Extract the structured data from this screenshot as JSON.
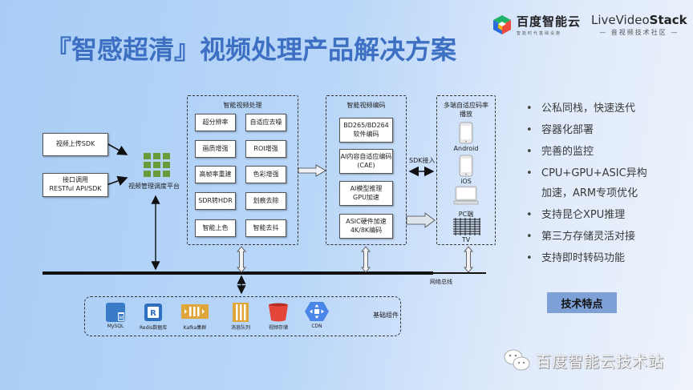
{
  "title": "『智感超清』视频处理产品解决方案",
  "logos": {
    "baidu": {
      "name": "百度智能云",
      "slogan": "智能时代基础设施",
      "colors": [
        "#2a6be0",
        "#1fb36a",
        "#f04b3c",
        "#f7b500"
      ]
    },
    "livevideostack": {
      "name_prefix": "LiveVideo",
      "name_suffix": "Stack",
      "slogan": "— 音视频技术社区 —"
    }
  },
  "inputs": [
    {
      "lines": [
        "视频上传SDK"
      ]
    },
    {
      "lines": [
        "接口调用",
        "RESTful API/SDK"
      ]
    }
  ],
  "platform": {
    "label": "视频管理调度平台",
    "icon": "app-grid-icon",
    "color": "#6a9b3a"
  },
  "processing": {
    "title": "智能视频处理",
    "items": [
      "超分辨率",
      "自适应去噪",
      "画质增强",
      "ROI增强",
      "高帧率重建",
      "色彩增强",
      "SDR转HDR",
      "划痕去除",
      "智能上色",
      "智能去抖"
    ]
  },
  "encoding": {
    "title": "智能视频编码",
    "items": [
      {
        "lines": [
          "BD265/BD264",
          "软件编码"
        ]
      },
      {
        "lines": [
          "AI内容自适应编码",
          "(CAE)"
        ]
      },
      {
        "lines": [
          "AI模型推理",
          "GPU加速"
        ]
      },
      {
        "lines": [
          "ASIC硬件加速",
          "4K/8K编码"
        ]
      }
    ]
  },
  "sdk_link": "SDK接入",
  "playback": {
    "title_lines": [
      "多端自适应码率",
      "播放"
    ],
    "devices": [
      {
        "label": "Android",
        "icon": "phone-icon"
      },
      {
        "label": "iOS",
        "icon": "phone-icon"
      },
      {
        "label": "PC端",
        "icon": "desktop-icon"
      },
      {
        "label": "TV",
        "icon": "tv-grid-icon"
      }
    ]
  },
  "bus_label": "网络总线",
  "components": {
    "title": "基础组件",
    "items": [
      {
        "label": "MySQL",
        "icon": "mysql-icon"
      },
      {
        "label": "Redis数据库",
        "icon": "redis-icon"
      },
      {
        "label": "Kafka集群",
        "icon": "kafka-icon"
      },
      {
        "label": "消息队列",
        "icon": "queue-icon"
      },
      {
        "label": "视频存储",
        "icon": "bucket-icon"
      },
      {
        "label": "CDN",
        "icon": "cdn-icon"
      }
    ]
  },
  "features": {
    "bullets": [
      {
        "lines": [
          "公私同栈，快速迭代"
        ]
      },
      {
        "lines": [
          "容器化部署"
        ]
      },
      {
        "lines": [
          "完善的监控"
        ]
      },
      {
        "lines": [
          "CPU+GPU+ASIC异构",
          "加速，ARM专项优化"
        ]
      },
      {
        "lines": [
          "支持昆仑XPU推理"
        ]
      },
      {
        "lines": [
          "第三方存储灵活对接"
        ]
      },
      {
        "lines": [
          "支持即时转码功能"
        ]
      }
    ],
    "button": "技术特点"
  },
  "watermark": "百度智能云技术站",
  "colors": {
    "title": "#3d6fc2",
    "feature_button": "#7da0d6",
    "bucket": "#e4463a",
    "cdn": "#4a86e8",
    "kafka": "#e0a63a",
    "mysql": "#3a7bc8"
  }
}
